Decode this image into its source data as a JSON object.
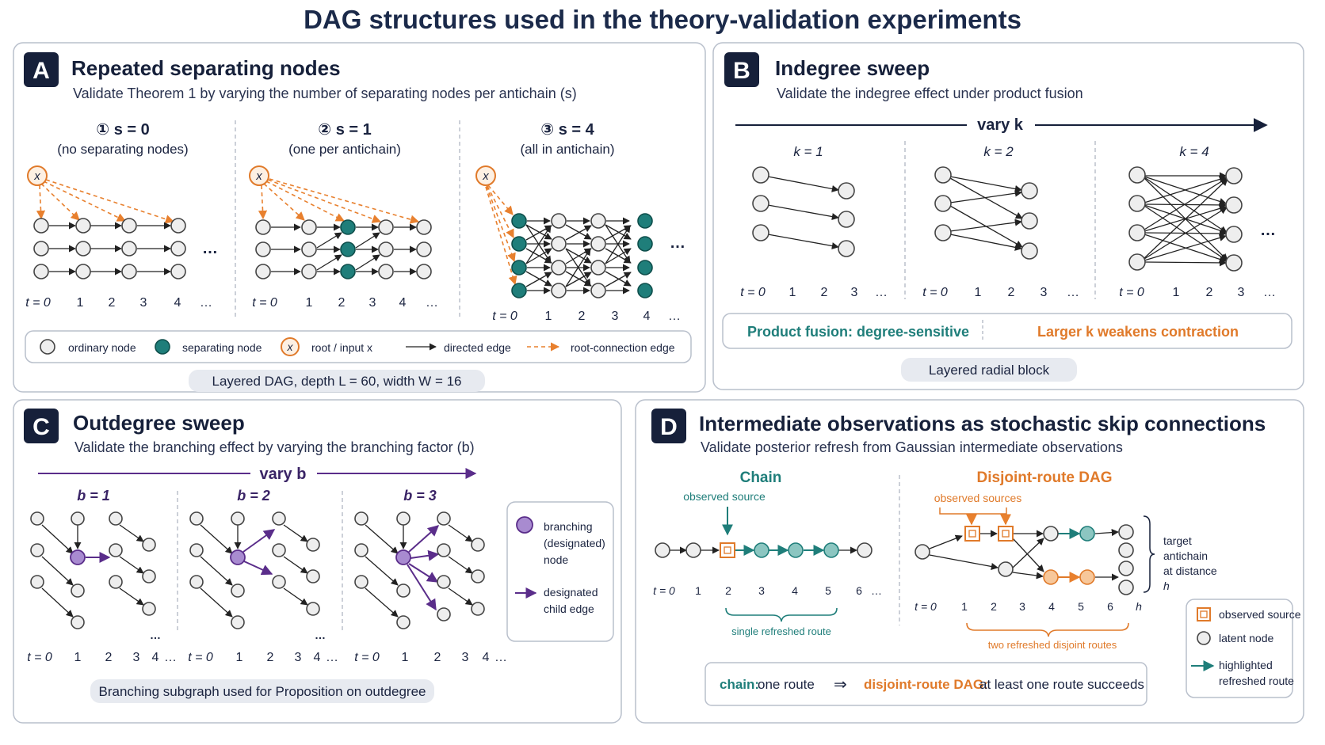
{
  "title": "DAG structures used in the theory-validation experiments",
  "panels": {
    "a": {
      "badge": "A",
      "title": "Repeated separating nodes",
      "subtitle": "Validate Theorem 1 by varying the number of separating nodes per antichain (s)",
      "variants": [
        {
          "head": "① s = 0",
          "sub": "(no separating nodes)"
        },
        {
          "head": "② s = 1",
          "sub": "(one per antichain)"
        },
        {
          "head": "③ s = 4",
          "sub": "(all in antichain)"
        }
      ],
      "ticks_t0": "t = 0",
      "ticks": [
        "1",
        "2",
        "3",
        "4"
      ],
      "ellipsis": "…",
      "legend": {
        "ordinary": "ordinary node",
        "separating": "separating node",
        "root": "root / input x",
        "root_symbol": "x",
        "directed": "directed edge",
        "rootconn": "root-connection edge"
      },
      "footer": "Layered DAG, depth L = 60, width W = 16"
    },
    "b": {
      "badge": "B",
      "title": "Indegree sweep",
      "subtitle": "Validate the indegree effect under product fusion",
      "vary": "vary k",
      "variants": [
        "k = 1",
        "k = 2",
        "k = 4"
      ],
      "ticks_t0": "t = 0",
      "ticks": [
        "1",
        "2",
        "3"
      ],
      "ellipsis": "…",
      "banner_left": "Product fusion: degree-sensitive",
      "banner_right": "Larger k weakens contraction",
      "footer": "Layered radial block"
    },
    "c": {
      "badge": "C",
      "title": "Outdegree sweep",
      "subtitle": "Validate the branching effect by varying the branching factor (b)",
      "vary": "vary b",
      "variants": [
        "b = 1",
        "b = 2",
        "b = 3"
      ],
      "ticks_t0": "t = 0",
      "ticks": [
        "1",
        "2",
        "3",
        "4"
      ],
      "ellipsis": "…",
      "legend": {
        "branch1": "branching",
        "branch2": "(designated)",
        "branch3": "node",
        "child1": "designated",
        "child2": "child edge"
      },
      "footer": "Branching subgraph used for Proposition on outdegree"
    },
    "d": {
      "badge": "D",
      "title": "Intermediate observations as stochastic skip connections",
      "subtitle": "Validate posterior refresh from Gaussian intermediate observations",
      "chain_title": "Chain",
      "chain_obs": "observed source",
      "chain_route": "single refreshed route",
      "chain_ticks": [
        "t = 0",
        "1",
        "2",
        "3",
        "4",
        "5",
        "6"
      ],
      "dag_title": "Disjoint-route DAG",
      "dag_obs": "observed sources",
      "dag_routes": "two refreshed disjoint routes",
      "dag_ticks": [
        "t = 0",
        "1",
        "2",
        "3",
        "4",
        "5",
        "6",
        "h"
      ],
      "target": [
        "target",
        "antichain",
        "at distance",
        "h"
      ],
      "legend": {
        "observed": "observed source",
        "latent": "latent node",
        "route1": "highlighted",
        "route2": "refreshed route"
      },
      "bottom_chain_key": "chain:",
      "bottom_chain_val": "one route",
      "bottom_arrow": "⇒",
      "bottom_dag_key": "disjoint-route DAG:",
      "bottom_dag_val": "at least one route succeeds",
      "ellipsis": "…"
    }
  },
  "colors": {
    "teal": "#1f7e7a",
    "orange": "#e07a2a",
    "purple": "#5a2d8a",
    "navy": "#16203a"
  }
}
